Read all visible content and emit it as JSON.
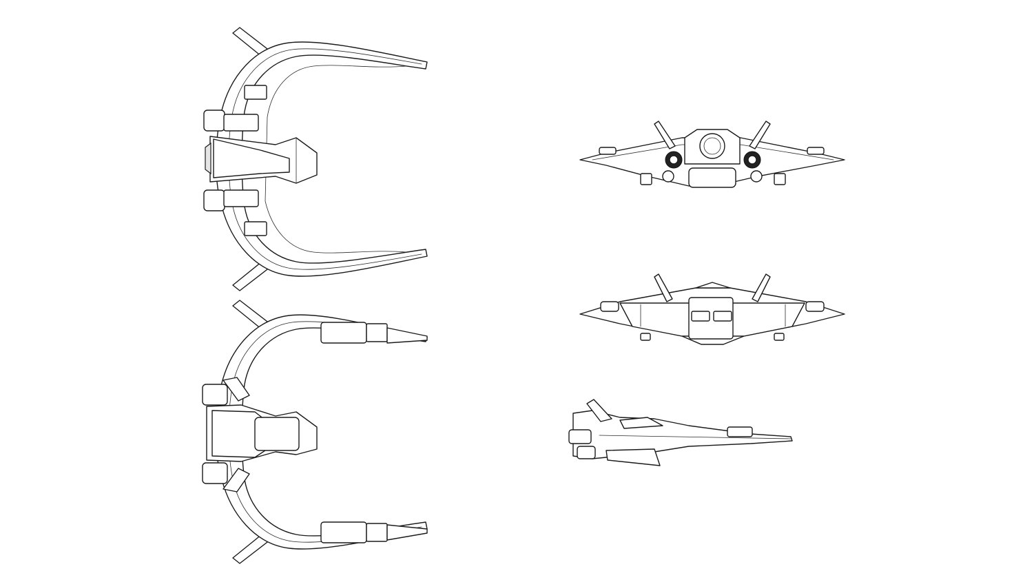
{
  "views": [
    {
      "id": "top",
      "label": ""
    },
    {
      "id": "bottom",
      "label": ""
    },
    {
      "id": "front",
      "label": ""
    },
    {
      "id": "back",
      "label": ""
    },
    {
      "id": "side",
      "label": ""
    }
  ],
  "style": {
    "background": "#ffffff",
    "line_color": "#1a1a1a"
  }
}
